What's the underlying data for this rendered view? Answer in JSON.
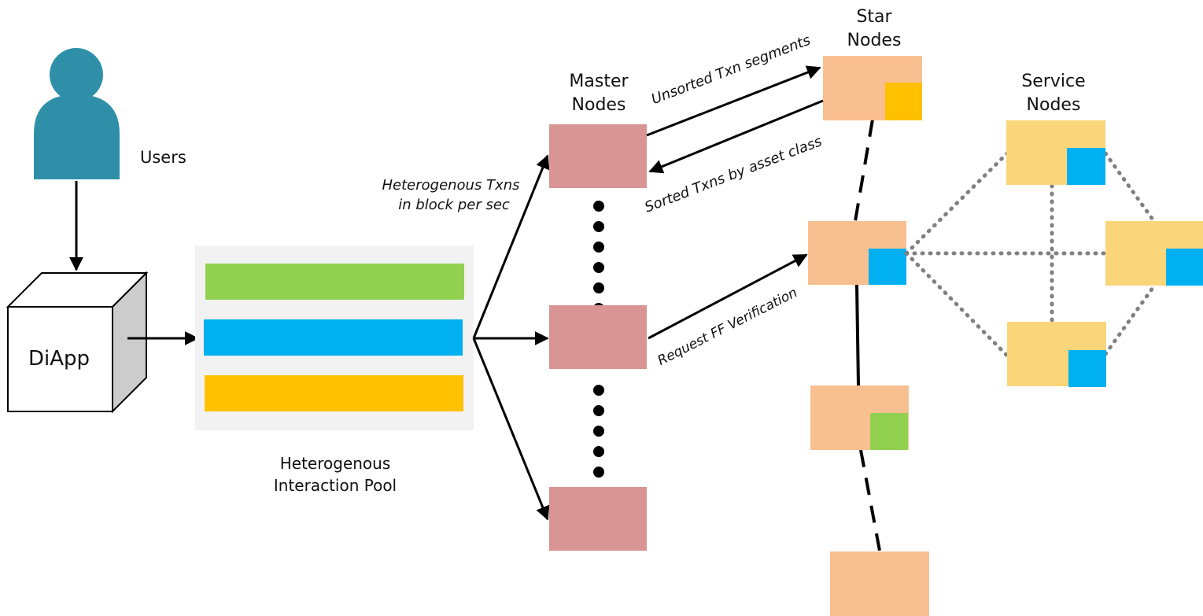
{
  "colors": {
    "master_node": "#d99494",
    "star_node": "#f8c090",
    "service_node": "#fad57a",
    "accent_yellow": "#ffc000",
    "accent_blue": "#00b0f0",
    "accent_green": "#92d050",
    "pool_bg": "#f2f2f2",
    "user_icon": "#2f8fa8"
  },
  "labels": {
    "users": "Users",
    "diapp": "DiApp",
    "pool_line1": "Heterogenous",
    "pool_line2": "Interaction Pool",
    "txns_line1": "Heterogenous Txns",
    "txns_line2": "in block per sec",
    "master_line1": "Master",
    "master_line2": "Nodes",
    "star_line1": "Star",
    "star_line2": "Nodes",
    "service_line1": "Service",
    "service_line2": "Nodes",
    "unsorted": "Unsorted Txn segments",
    "sorted": "Sorted Txns by asset class",
    "request_ff": "Request FF Verification"
  },
  "icons": {
    "user": "user-icon",
    "diapp": "cube-icon"
  }
}
